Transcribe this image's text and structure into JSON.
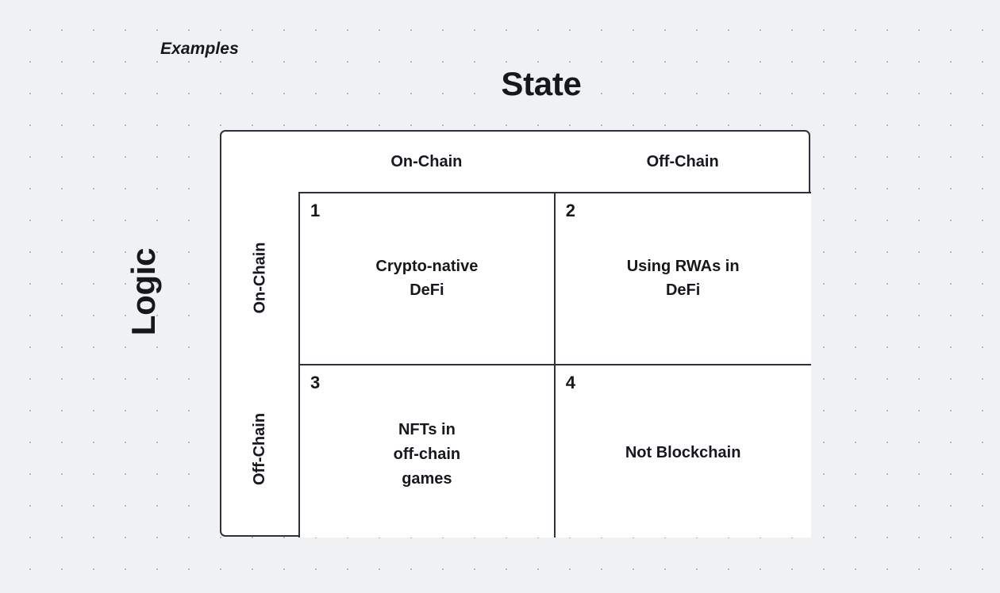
{
  "page": {
    "caption": "Examples",
    "background_color": "#f0f1f3",
    "dot_color": "#b8babf",
    "border_color": "#2d313c",
    "surface_color": "#ffffff"
  },
  "axes": {
    "top_title": "State",
    "left_title": "Logic"
  },
  "matrix": {
    "column_headers": [
      {
        "label": "On-Chain"
      },
      {
        "label": "Off-Chain"
      }
    ],
    "row_headers": [
      {
        "label": "On-Chain"
      },
      {
        "label": "Off-Chain"
      }
    ],
    "quadrants": [
      {
        "number": "1",
        "text": "Crypto-native\nDeFi"
      },
      {
        "number": "2",
        "text": "Using RWAs in\nDeFi"
      },
      {
        "number": "3",
        "text": "NFTs in\noff-chain\ngames"
      },
      {
        "number": "4",
        "text": "Not Blockchain"
      }
    ]
  }
}
